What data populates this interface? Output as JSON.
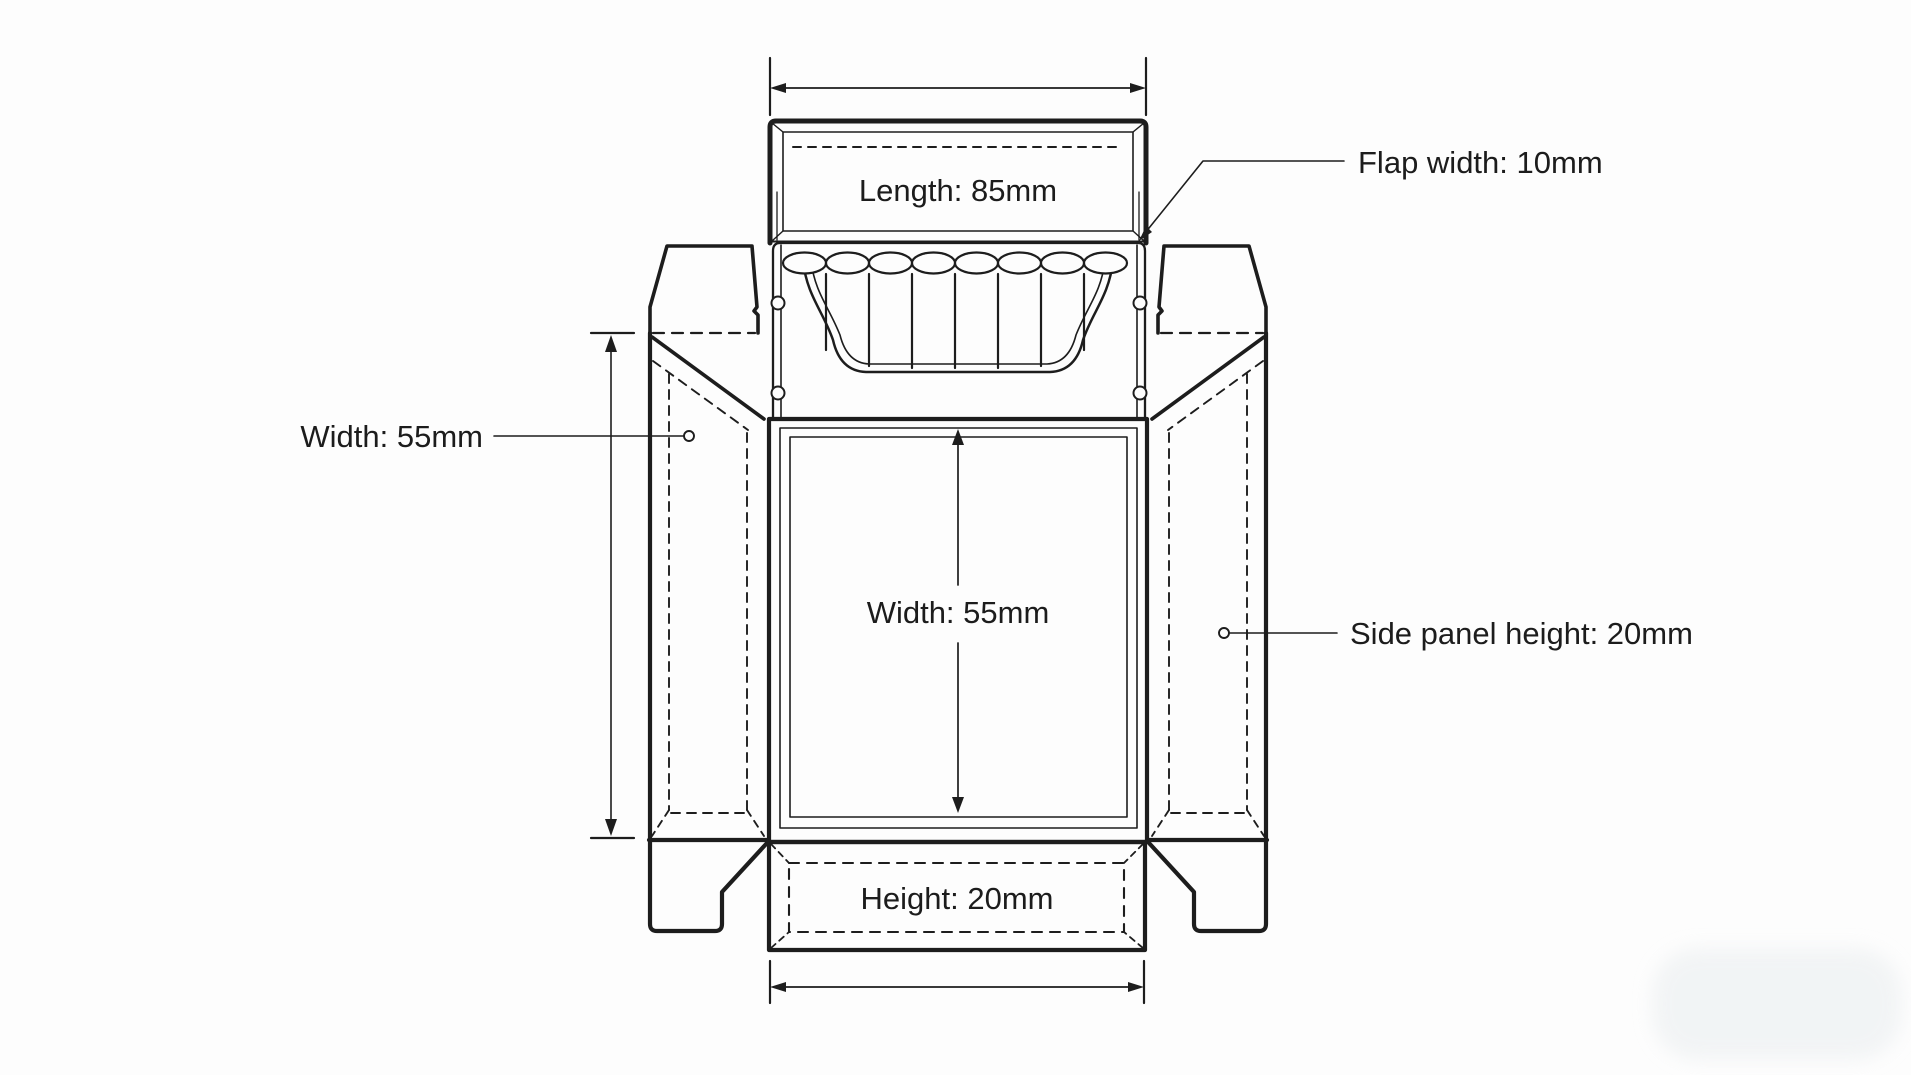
{
  "diagram": {
    "type": "packaging-dieline-blueprint",
    "labels": {
      "lid_panel": "Length: 85mm",
      "flap_leader": "Flap width: 10mm",
      "left_width_leader": "Width: 55mm",
      "front_panel_width": "Width: 55mm",
      "side_panel_leader": "Side panel height: 20mm",
      "bottom_panel": "Height: 20mm"
    },
    "cigarette_count": 8,
    "colors": {
      "line": "#1d1d1d",
      "background": "#fdfdfd",
      "watermark": "#e9edef"
    }
  }
}
